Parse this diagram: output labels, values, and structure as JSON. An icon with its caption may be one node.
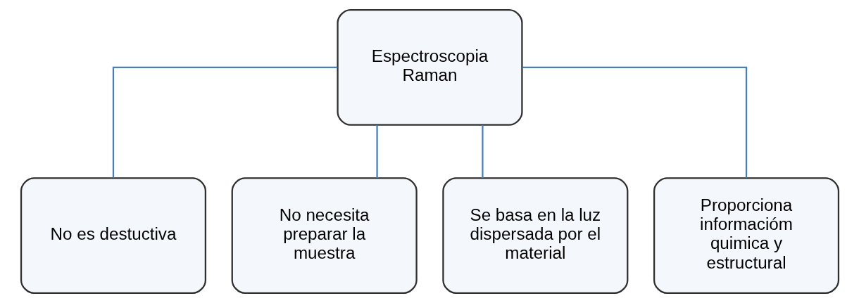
{
  "diagram": {
    "nodes": [
      {
        "text": [
          "Espectroscopia Raman"
        ]
      },
      {
        "text": [
          "No es destuctiva"
        ]
      },
      {
        "text": [
          "No necesita preparar la muestra"
        ]
      },
      {
        "text": [
          "Se basa en la luz dispersada por el material"
        ]
      },
      {
        "text": [
          "Proporciona informacióm quimica y estructural"
        ]
      }
    ],
    "edges": [
      {
        "from": 0,
        "to": 1,
        "arrow": "none"
      },
      {
        "from": 0,
        "to": 2,
        "arrow": "none"
      },
      {
        "from": 0,
        "to": 3,
        "arrow": "none"
      },
      {
        "from": 0,
        "to": 4,
        "arrow": "none"
      }
    ]
  }
}
